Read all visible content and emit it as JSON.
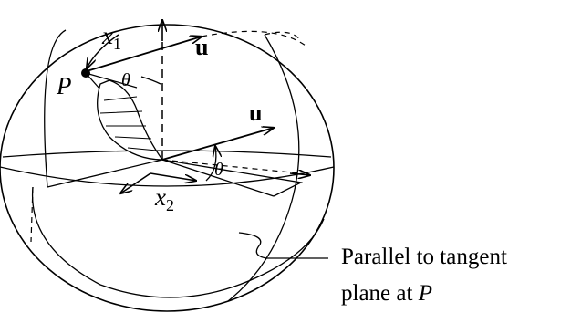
{
  "labels": {
    "point": "P",
    "vector_u_top": "u",
    "vector_u_center": "u",
    "x1_var": "x",
    "x1_sub": "1",
    "x2_var": "x",
    "x2_sub": "2",
    "theta_top": "θ",
    "theta_bottom": "θ"
  },
  "caption": {
    "line1": "Parallel to tangent",
    "line2_text": "plane at ",
    "line2_var": "P"
  },
  "colors": {
    "stroke": "#000000",
    "background": "#ffffff"
  }
}
